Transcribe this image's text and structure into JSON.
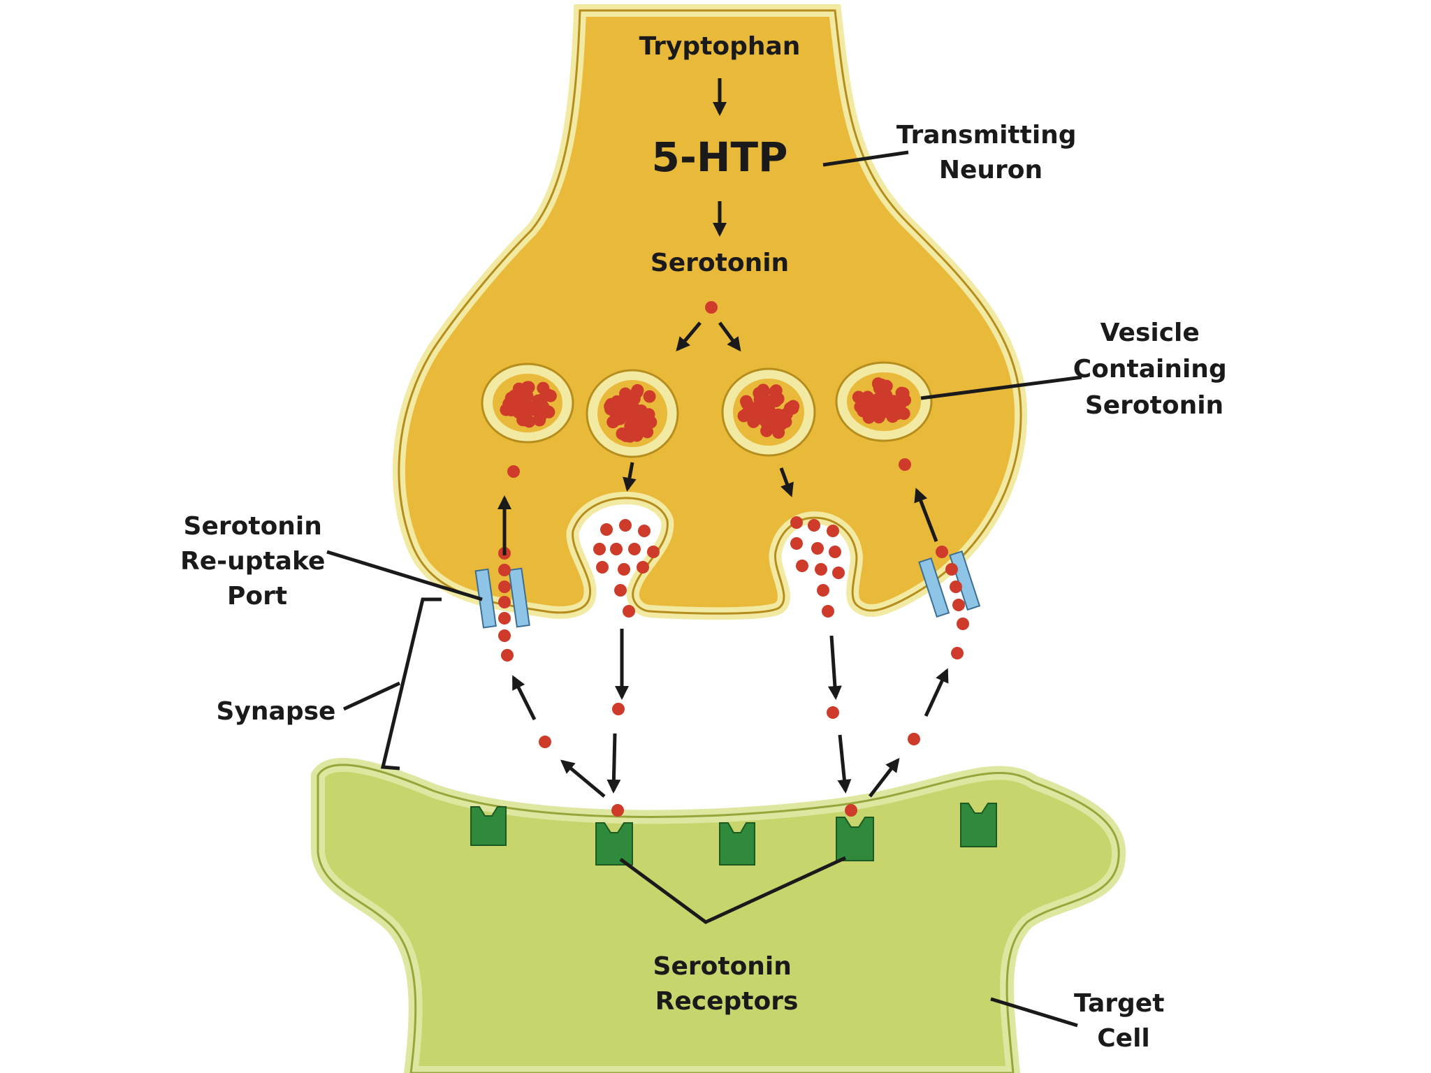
{
  "labels": {
    "tryptophan": "Tryptophan",
    "htp": "5-HTP",
    "serotonin": "Serotonin",
    "transmitting_neuron": [
      "Transmitting",
      "Neuron"
    ],
    "vesicle": [
      "Vesicle",
      "Containing",
      "Serotonin"
    ],
    "reuptake_port": [
      "Serotonin",
      "Re-uptake",
      "Port"
    ],
    "synapse": "Synapse",
    "receptors": [
      "Serotonin",
      "Receptors"
    ],
    "target_cell": [
      "Target",
      "Cell"
    ]
  },
  "colors": {
    "neuron_fill": "#e9b93a",
    "neuron_edge": "#f2e9a2",
    "neuron_outline": "#b58d1c",
    "target_fill": "#c7d56c",
    "target_edge": "#dfe6a0",
    "target_outline": "#97a63a",
    "serotonin_dot": "#cf3b2a",
    "receptor": "#2f8a3b",
    "port": "#8ec5e6",
    "arrow": "#1a1a1a"
  }
}
